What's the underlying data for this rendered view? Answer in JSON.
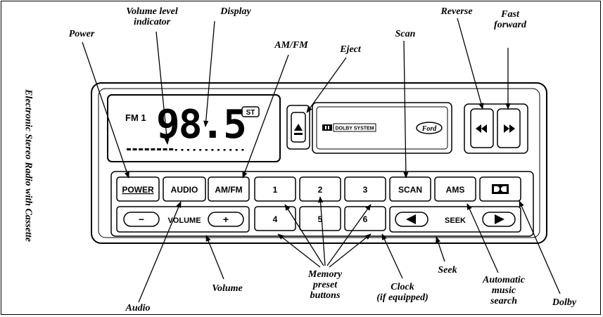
{
  "side_title": "Electronic Stereo Radio with Cassette",
  "display": {
    "band": "FM 1",
    "frequency": "98.5",
    "stereo": "ST",
    "volume_level": 8
  },
  "cassette": {
    "dolby_label": "DOLBY SYSTEM",
    "brand": "Ford"
  },
  "buttons": {
    "power": "POWER",
    "audio": "AUDIO",
    "amfm": "AM/FM",
    "preset_1": "1",
    "preset_2": "2",
    "preset_3": "3",
    "preset_4": "4",
    "preset_5": "5",
    "preset_6": "6",
    "scan": "SCAN",
    "ams": "AMS",
    "volume": "VOLUME",
    "vol_minus": "−",
    "vol_plus": "+",
    "seek": "SEEK"
  },
  "callouts": {
    "volume_level_indicator": "Volume level\nindicator",
    "display": "Display",
    "power": "Power",
    "amfm": "AM/FM",
    "eject": "Eject",
    "scan": "Scan",
    "reverse": "Reverse",
    "fast_forward": "Fast\nforward",
    "volume": "Volume",
    "audio": "Audio",
    "memory_preset": "Memory\npreset\nbuttons",
    "clock": "Clock\n(if equipped)",
    "seek": "Seek",
    "ams": "Automatic\nmusic\nsearch",
    "dolby": "Dolby"
  }
}
